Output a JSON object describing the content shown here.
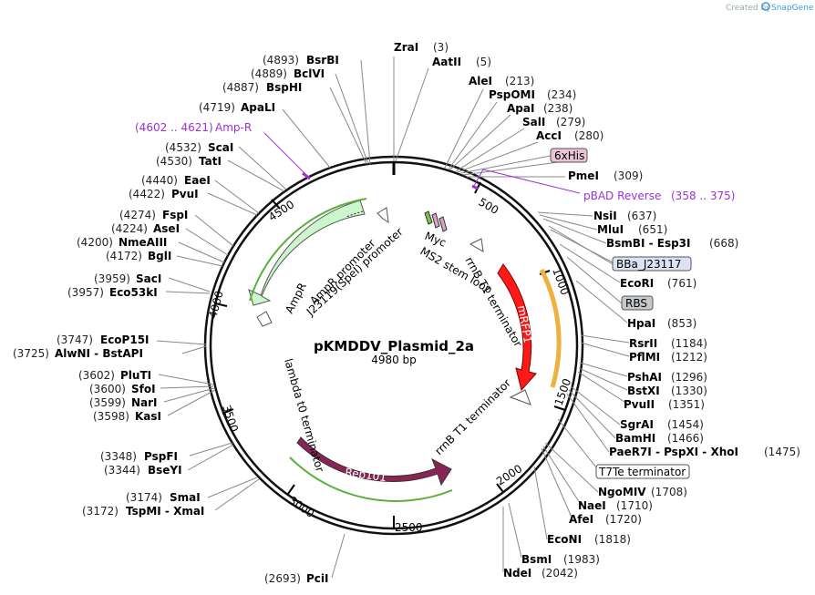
{
  "credit": {
    "created_by": "Created by",
    "brand": "SnapGene"
  },
  "plasmid": {
    "name": "pKMDDV_Plasmid_2a",
    "size": "4980 bp"
  },
  "ticks": [
    "500",
    "1000",
    "1500",
    "2000",
    "2500",
    "3000",
    "3500",
    "4000",
    "4500"
  ],
  "sites": [
    {
      "name": "ZraI",
      "pos": "(3)"
    },
    {
      "name": "AatII",
      "pos": "(5)"
    },
    {
      "name": "AleI",
      "pos": "(213)"
    },
    {
      "name": "PspOMI",
      "pos": "(234)"
    },
    {
      "name": "ApaI",
      "pos": "(238)"
    },
    {
      "name": "SalI",
      "pos": "(279)"
    },
    {
      "name": "AccI",
      "pos": "(280)"
    },
    {
      "name": "PmeI",
      "pos": "(309)"
    },
    {
      "name": "NsiI",
      "pos": "(637)"
    },
    {
      "name": "MluI",
      "pos": "(651)"
    },
    {
      "name": "BsmBI - Esp3I",
      "pos": "(668)"
    },
    {
      "name": "EcoRI",
      "pos": "(761)"
    },
    {
      "name": "HpaI",
      "pos": "(853)"
    },
    {
      "name": "RsrII",
      "pos": "(1184)"
    },
    {
      "name": "PflMI",
      "pos": "(1212)"
    },
    {
      "name": "PshAI",
      "pos": "(1296)"
    },
    {
      "name": "BstXI",
      "pos": "(1330)"
    },
    {
      "name": "PvuII",
      "pos": "(1351)"
    },
    {
      "name": "SgrAI",
      "pos": "(1454)"
    },
    {
      "name": "BamHI",
      "pos": "(1466)"
    },
    {
      "name": "PaeR7I - PspXI - XhoI",
      "pos": "(1475)"
    },
    {
      "name": "NgoMIV",
      "pos": "(1708)"
    },
    {
      "name": "NaeI",
      "pos": "(1710)"
    },
    {
      "name": "AfeI",
      "pos": "(1720)"
    },
    {
      "name": "EcoNI",
      "pos": "(1818)"
    },
    {
      "name": "BsmI",
      "pos": "(1983)"
    },
    {
      "name": "NdeI",
      "pos": "(2042)"
    },
    {
      "name": "PciI",
      "pos": "(2693)"
    },
    {
      "name": "TspMI - XmaI",
      "pos": "(3172)"
    },
    {
      "name": "SmaI",
      "pos": "(3174)"
    },
    {
      "name": "BseYI",
      "pos": "(3344)"
    },
    {
      "name": "PspFI",
      "pos": "(3348)"
    },
    {
      "name": "KasI",
      "pos": "(3598)"
    },
    {
      "name": "NarI",
      "pos": "(3599)"
    },
    {
      "name": "SfoI",
      "pos": "(3600)"
    },
    {
      "name": "PluTI",
      "pos": "(3602)"
    },
    {
      "name": "AlwNI - BstAPI",
      "pos": "(3725)"
    },
    {
      "name": "EcoP15I",
      "pos": "(3747)"
    },
    {
      "name": "Eco53kI",
      "pos": "(3957)"
    },
    {
      "name": "SacI",
      "pos": "(3959)"
    },
    {
      "name": "BglI",
      "pos": "(4172)"
    },
    {
      "name": "NmeAIII",
      "pos": "(4200)"
    },
    {
      "name": "AseI",
      "pos": "(4224)"
    },
    {
      "name": "FspI",
      "pos": "(4274)"
    },
    {
      "name": "PvuI",
      "pos": "(4422)"
    },
    {
      "name": "EaeI",
      "pos": "(4440)"
    },
    {
      "name": "TatI",
      "pos": "(4530)"
    },
    {
      "name": "ScaI",
      "pos": "(4532)"
    },
    {
      "name": "ApaLI",
      "pos": "(4719)"
    },
    {
      "name": "BspHI",
      "pos": "(4887)"
    },
    {
      "name": "BclVI",
      "pos": "(4889)"
    },
    {
      "name": "BsrBI",
      "pos": "(4893)"
    }
  ],
  "primers": [
    {
      "name": "Amp-R",
      "range": "(4602 .. 4621)"
    },
    {
      "name": "pBAD Reverse",
      "range": "(358 .. 375)"
    }
  ],
  "boxed_features": [
    "6xHis",
    "BBa_J23117",
    "RBS",
    "T7Te terminator"
  ],
  "features": {
    "ampr": "AmpR",
    "ampr_promoter": "AmpR promoter",
    "j23119": "J23119(SpeI) promoter",
    "myc": "Myc",
    "ms2": "MS2 stem loop",
    "rrnb1": "rrnB T1 terminator",
    "mrfp1": "mRFP1",
    "rrnb2": "rrnB T1 terminator",
    "rep101": "Rep101",
    "lambda": "lambda t0 terminator"
  },
  "colors": {
    "ampr_fill": "#ccf7cc",
    "mrfp1_fill": "#ff1a1a",
    "rep101_fill": "#8b2456",
    "primer": "#9b30d9",
    "orange_arc": "#f0b040",
    "green_arc": "#5ab03c"
  }
}
